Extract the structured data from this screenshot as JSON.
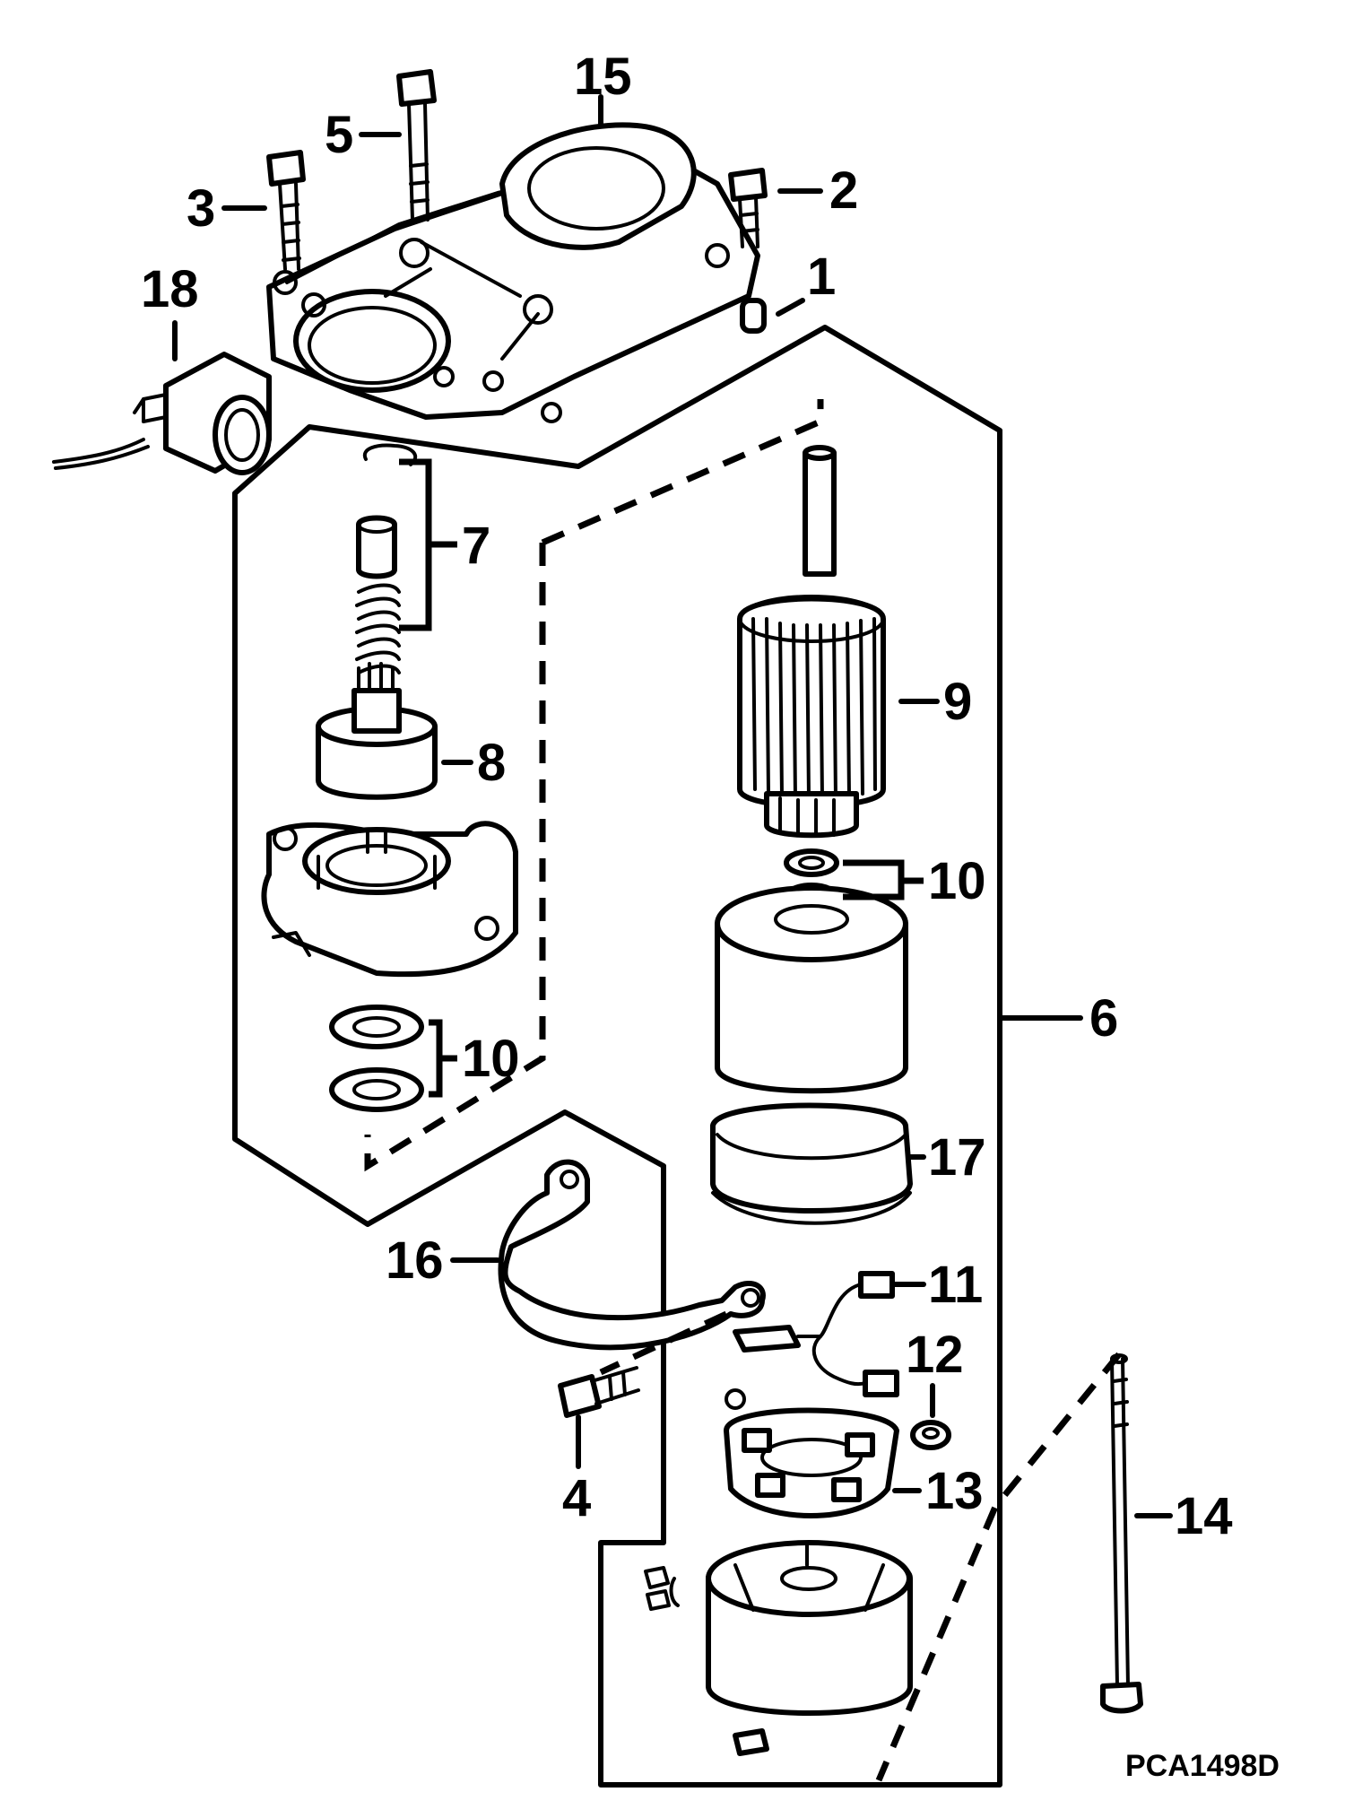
{
  "diagram": {
    "figure_code": "PCA1498D",
    "callouts": {
      "c1": "1",
      "c2": "2",
      "c3": "3",
      "c4": "4",
      "c5": "5",
      "c6": "6",
      "c7": "7",
      "c8": "8",
      "c9": "9",
      "c10a": "10",
      "c10b": "10",
      "c11": "11",
      "c12": "12",
      "c13": "13",
      "c14": "14",
      "c15": "15",
      "c16": "16",
      "c17": "17",
      "c18": "18"
    }
  }
}
